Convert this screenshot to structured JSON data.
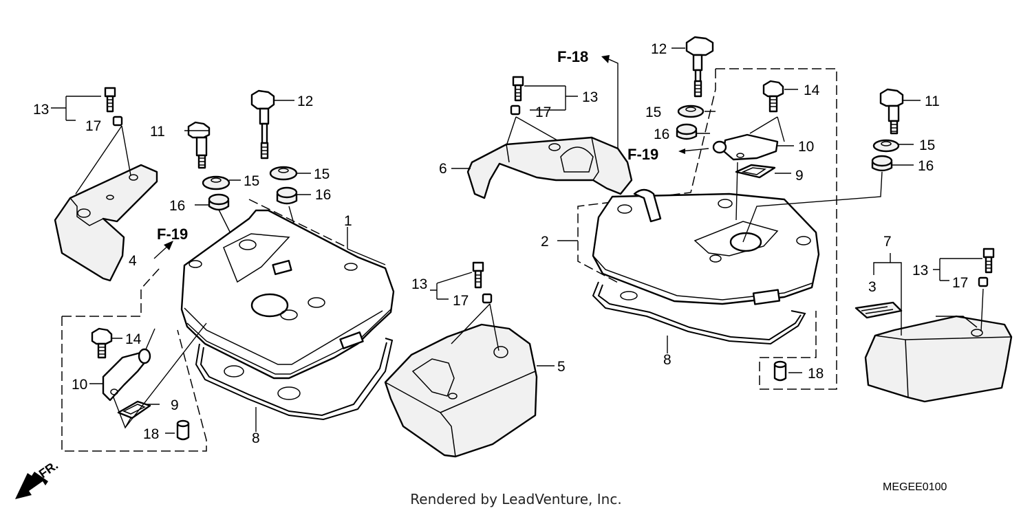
{
  "diagram": {
    "part_labels": {
      "p1": "1",
      "p2": "2",
      "p3": "3",
      "p4": "4",
      "p5": "5",
      "p6": "6",
      "p7": "7",
      "p8": "8",
      "p9": "9",
      "p10": "10",
      "p11": "11",
      "p12": "12",
      "p13": "13",
      "p14": "14",
      "p15": "15",
      "p16": "16",
      "p17": "17",
      "p18": "18"
    },
    "references": {
      "f18": "F-18",
      "f19": "F-19"
    },
    "direction": "FR.",
    "footer": "Rendered by LeadVenture, Inc.",
    "diagram_code": "MEGEE0100"
  }
}
